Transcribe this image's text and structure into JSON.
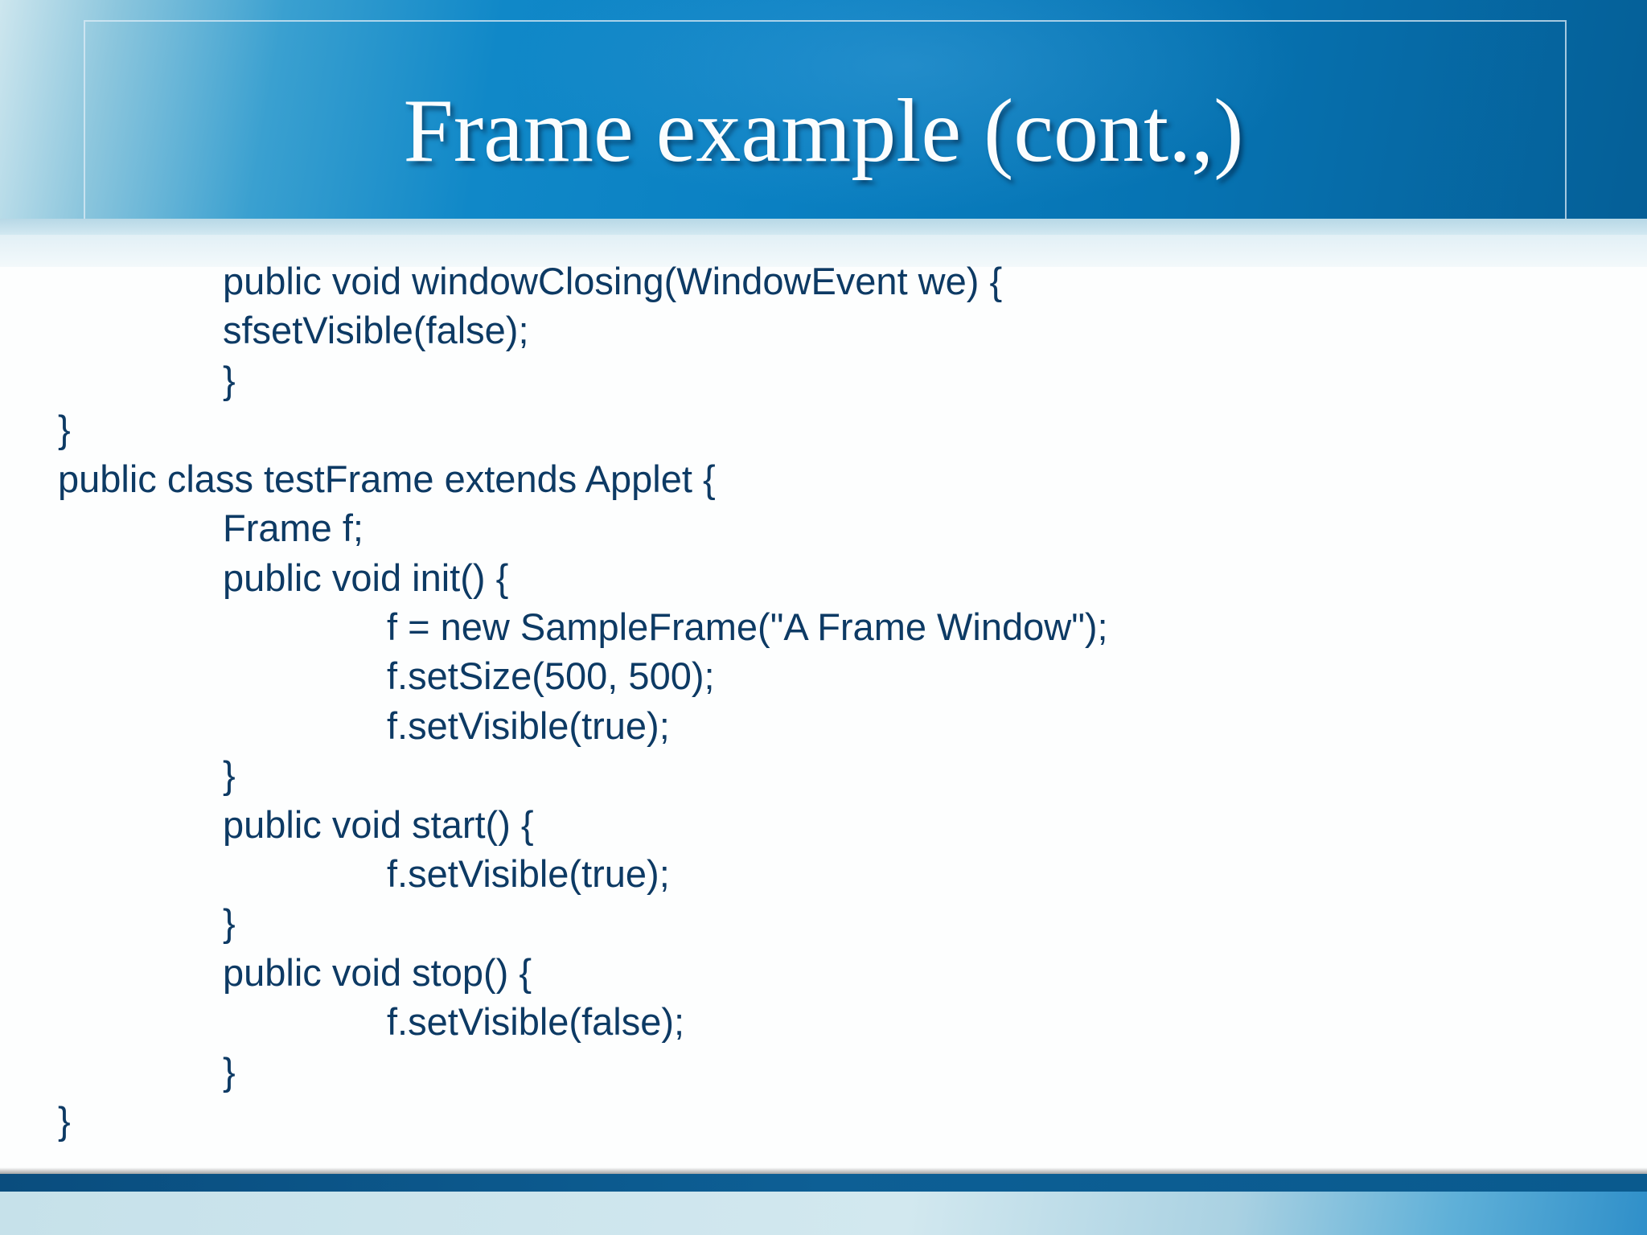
{
  "slide": {
    "title": "Frame example (cont.,)"
  },
  "code": {
    "lines": [
      {
        "indent": 1,
        "text": "public void windowClosing(WindowEvent we) {"
      },
      {
        "indent": 1,
        "text": "sfsetVisible(false);"
      },
      {
        "indent": 1,
        "text": "}"
      },
      {
        "indent": 0,
        "text": "}"
      },
      {
        "indent": 0,
        "text": "public class testFrame extends Applet {"
      },
      {
        "indent": 1,
        "text": "Frame f;"
      },
      {
        "indent": 1,
        "text": "public void init() {"
      },
      {
        "indent": 2,
        "text": "f = new SampleFrame(\"A Frame Window\");"
      },
      {
        "indent": 2,
        "text": "f.setSize(500, 500);"
      },
      {
        "indent": 2,
        "text": "f.setVisible(true);"
      },
      {
        "indent": 1,
        "text": "}"
      },
      {
        "indent": 1,
        "text": "public void start() {"
      },
      {
        "indent": 2,
        "text": "f.setVisible(true);"
      },
      {
        "indent": 1,
        "text": "}"
      },
      {
        "indent": 1,
        "text": "public void stop() {"
      },
      {
        "indent": 2,
        "text": "f.setVisible(false);"
      },
      {
        "indent": 1,
        "text": "}"
      },
      {
        "indent": 0,
        "text": "}"
      }
    ]
  },
  "colors": {
    "title_text": "#fbfdfe",
    "code_text": "#0d3a64",
    "header_blue": "#0a80c2"
  }
}
